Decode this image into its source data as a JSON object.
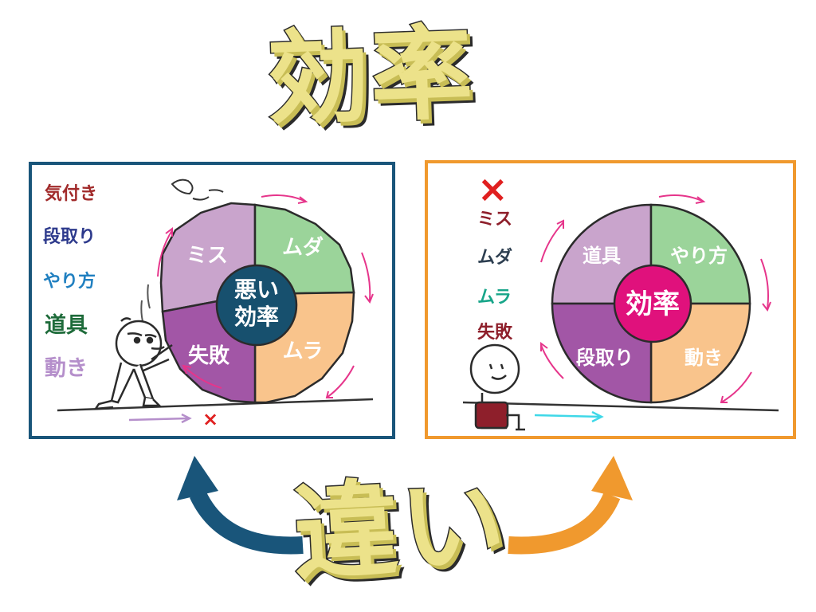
{
  "title": "効率",
  "difference_label": "違い",
  "left_panel": {
    "list": [
      {
        "text": "気付き",
        "color": "#a12a2a"
      },
      {
        "text": "段取り",
        "color": "#2d3a8c"
      },
      {
        "text": "やり方",
        "color": "#1f7fc0"
      },
      {
        "text": "道具",
        "color": "#1e6b3a"
      },
      {
        "text": "動き",
        "color": "#b58fcb"
      }
    ],
    "wheel": {
      "center": "悪い効率",
      "center_line1": "悪い",
      "center_line2": "効率",
      "segments": [
        "ミス",
        "ムダ",
        "ムラ",
        "失敗"
      ]
    },
    "cross": "×"
  },
  "right_panel": {
    "cross": "×",
    "list": [
      {
        "text": "ミス",
        "color": "#8e1f2b"
      },
      {
        "text": "ムダ",
        "color": "#2c3e50"
      },
      {
        "text": "ムラ",
        "color": "#17a589"
      },
      {
        "text": "失敗",
        "color": "#8e1f2b"
      }
    ],
    "wheel": {
      "center": "効率",
      "segments": [
        "道具",
        "やり方",
        "動き",
        "段取り"
      ]
    }
  },
  "colors": {
    "segment_purple_light": "#c9a4cc",
    "segment_green": "#9bd49a",
    "segment_orange": "#f9c48c",
    "segment_purple": "#a256a6",
    "left_center": "#17506e",
    "right_center": "#e0117c",
    "left_border": "#19557a",
    "right_border": "#f0992e",
    "rotation_arrow": "#e6358b"
  }
}
